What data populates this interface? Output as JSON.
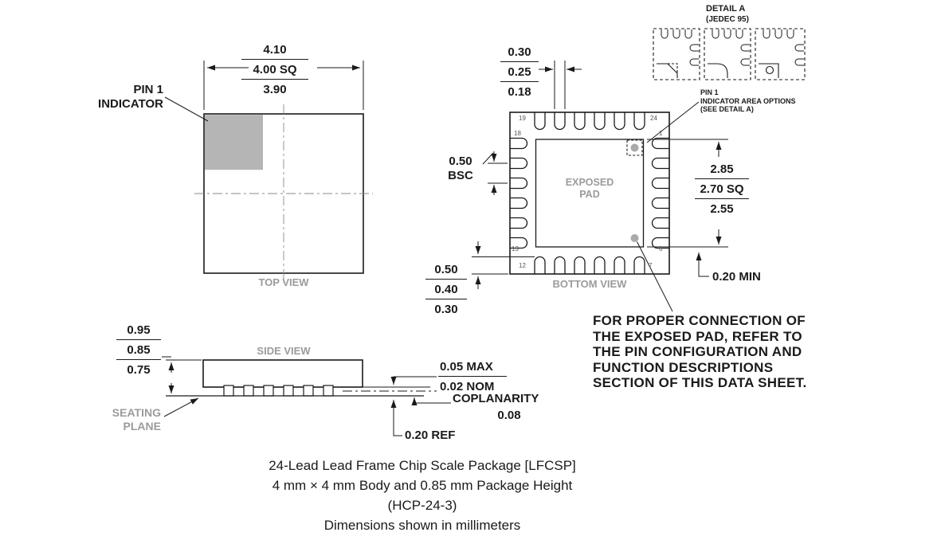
{
  "colors": {
    "line": "#1a1a1a",
    "label_gray": "#9b9b9b",
    "pin1_fill": "#b5b5b5"
  },
  "top_view": {
    "label": "TOP VIEW",
    "pin1_callout": "PIN 1\nINDICATOR",
    "dim_body_sq": [
      "4.10",
      "4.00 SQ",
      "3.90"
    ]
  },
  "bottom_view": {
    "label": "BOTTOM VIEW",
    "exposed_pad_label": "EXPOSED\nPAD",
    "dim_lead_width": [
      "0.30",
      "0.25",
      "0.18"
    ],
    "dim_lead_pitch": "0.50\nBSC",
    "dim_exposed_pad_sq": [
      "2.85",
      "2.70 SQ",
      "2.55"
    ],
    "dim_pad_keepout": "0.20 MIN",
    "dim_lead_length": [
      "0.50",
      "0.40",
      "0.30"
    ],
    "pin_numbers": {
      "p19": "19",
      "p24": "24",
      "p18": "18",
      "p1": "1",
      "p13": "13",
      "p6": "6",
      "p12": "12",
      "p7": "7"
    }
  },
  "detail_a": {
    "title": "DETAIL A",
    "subtitle": "(JEDEC 95)",
    "pin1_options_callout": "PIN 1\nINDICATOR AREA OPTIONS\n(SEE DETAIL A)"
  },
  "side_view": {
    "label": "SIDE VIEW",
    "dim_height": [
      "0.95",
      "0.85",
      "0.75"
    ],
    "seating_plane_label": "SEATING\nPLANE",
    "dim_standoff": [
      "0.05 MAX",
      "0.02 NOM"
    ],
    "coplanarity_label": "COPLANARITY",
    "coplanarity_value": "0.08",
    "dim_lead_thickness": "0.20 REF"
  },
  "note": "FOR PROPER CONNECTION OF\nTHE EXPOSED PAD, REFER TO\nTHE PIN CONFIGURATION AND\nFUNCTION DESCRIPTIONS\nSECTION OF THIS DATA SHEET.",
  "caption": {
    "line1": "24-Lead Lead Frame Chip Scale Package [LFCSP]",
    "line2": "4 mm × 4 mm Body and 0.85 mm Package Height",
    "line3": "(HCP-24-3)",
    "line4": "Dimensions shown in millimeters"
  }
}
